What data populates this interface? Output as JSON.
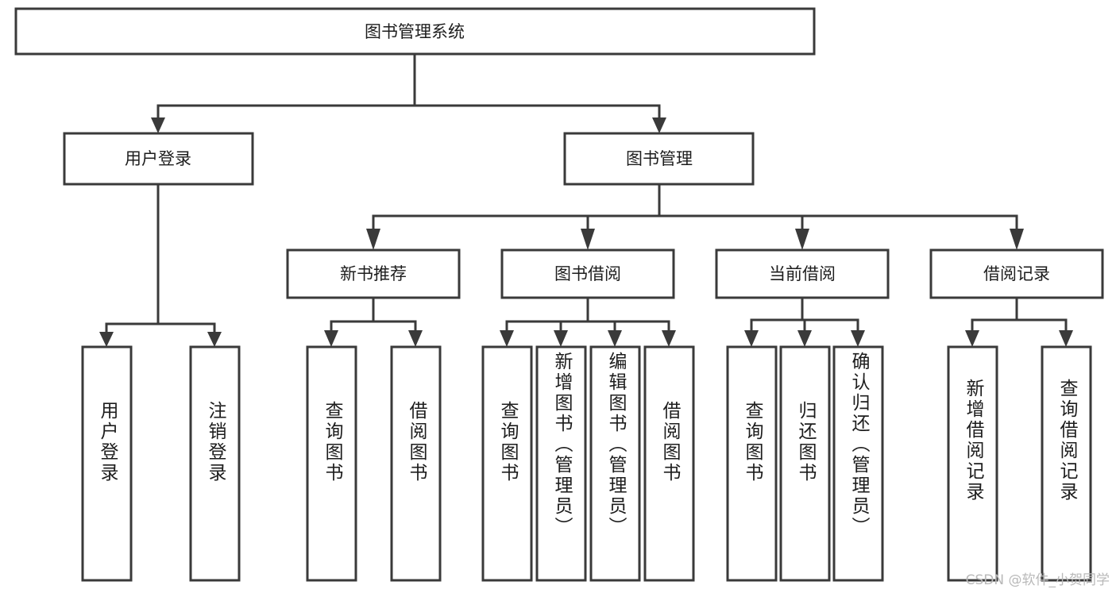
{
  "diagram": {
    "type": "tree",
    "title": "图书管理系统",
    "watermark": "CSDN @软件_小贺同学",
    "colors": {
      "box_stroke": "#3a3a3a",
      "box_fill": "#ffffff",
      "text": "#1d1d1d",
      "background": "#ffffff",
      "watermark": "#b9b9b9"
    },
    "root": {
      "label": "图书管理系统"
    },
    "level1": [
      {
        "label": "用户登录"
      },
      {
        "label": "图书管理"
      }
    ],
    "level2": [
      {
        "label": "新书推荐"
      },
      {
        "label": "图书借阅"
      },
      {
        "label": "当前借阅"
      },
      {
        "label": "借阅记录"
      }
    ],
    "leaves": {
      "user_login": [
        {
          "label": "用户登录"
        },
        {
          "label": "注销登录"
        }
      ],
      "new_book_recommend": [
        {
          "label": "查询图书"
        },
        {
          "label": "借阅图书"
        }
      ],
      "book_borrow": [
        {
          "label": "查询图书"
        },
        {
          "label": "新增图书（管理员）"
        },
        {
          "label": "编辑图书（管理员）"
        },
        {
          "label": "借阅图书"
        }
      ],
      "current_borrow": [
        {
          "label": "查询图书"
        },
        {
          "label": "归还图书"
        },
        {
          "label": "确认归还（管理员）"
        }
      ],
      "borrow_records": [
        {
          "label": "新增借阅记录"
        },
        {
          "label": "查询借阅记录"
        }
      ]
    }
  }
}
